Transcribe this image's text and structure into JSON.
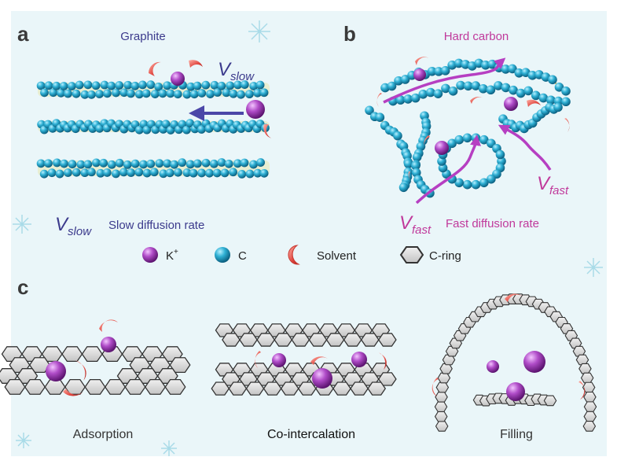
{
  "panels": {
    "a": {
      "label": "a",
      "title": "Graphite",
      "rate_label": {
        "v": "V",
        "sub": "slow"
      },
      "legend_symbol": {
        "v": "V",
        "sub": "slow"
      },
      "legend_text": "Slow diffusion rate"
    },
    "b": {
      "label": "b",
      "title": "Hard carbon",
      "rate_label": {
        "v": "V",
        "sub": "fast"
      },
      "legend_symbol": {
        "v": "V",
        "sub": "fast"
      },
      "legend_text": "Fast diffusion rate"
    },
    "c": {
      "label": "c",
      "captions": [
        "Adsorption",
        "Co-intercalation",
        "Filling"
      ]
    }
  },
  "legend": {
    "k": "K",
    "k_sup": "+",
    "c": "C",
    "solvent": "Solvent",
    "ring": "C-ring"
  },
  "colors": {
    "background": "#eaf6f9",
    "title_a": "#3b3a8c",
    "title_b": "#c0399b",
    "carbon": "#2aa8c9",
    "potassium": "#a040b8",
    "solvent": "#e0463f",
    "arrow_slow": "#4b47a8",
    "arrow_fast": "#b63fc2",
    "sheet": "#d4d4d4"
  }
}
